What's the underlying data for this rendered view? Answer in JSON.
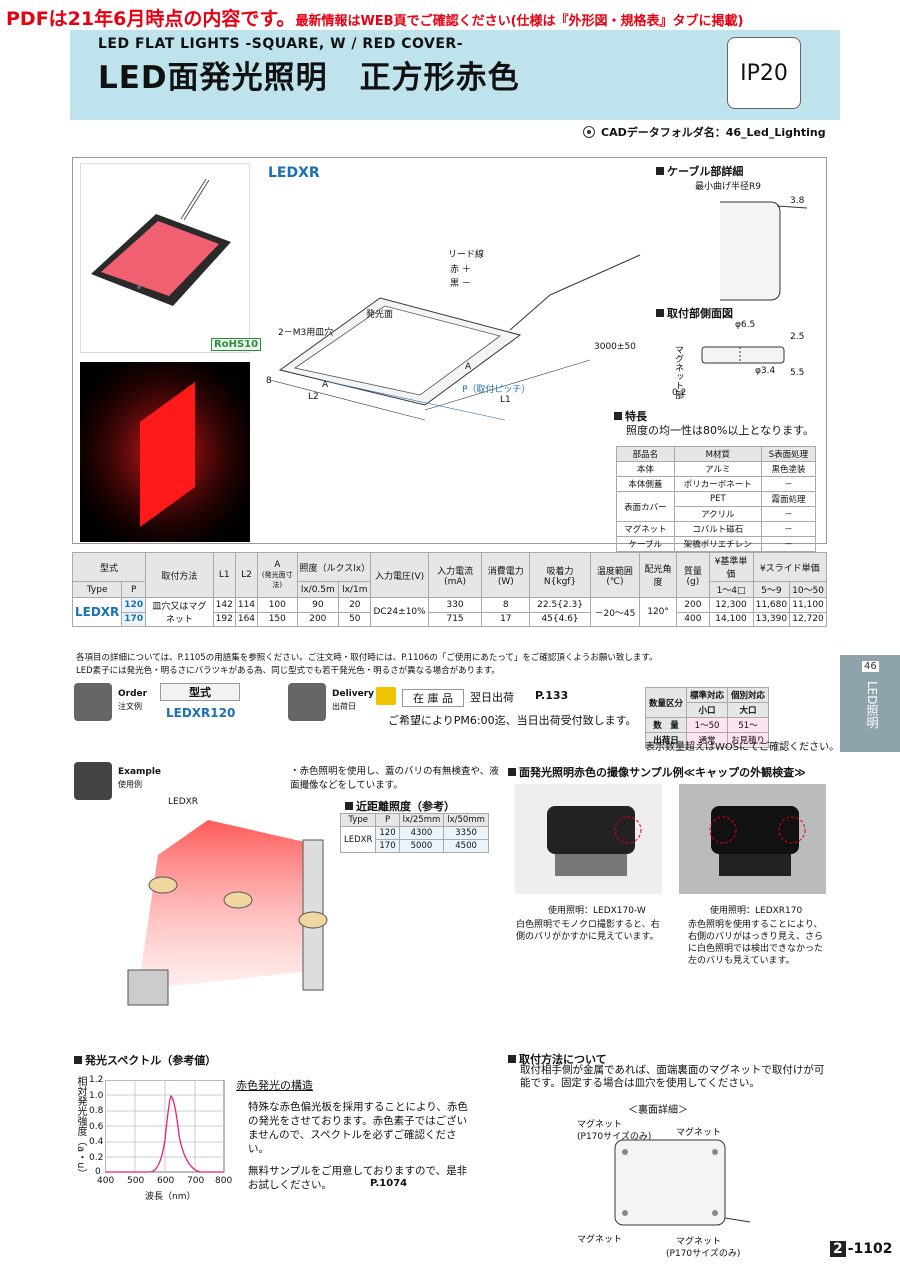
{
  "notice": {
    "part1": "PDFは21年6月時点の内容です。",
    "part2": "最新情報はWEB頁でご確認ください(仕様は『外形図・規格表』タブに掲載)"
  },
  "header": {
    "subtitle": "LED FLAT LIGHTS -SQUARE, W / RED COVER-",
    "title": "LED面発光照明　正方形赤色",
    "ip": "IP20",
    "cad": "CADデータフォルダ名：46_Led_Lighting"
  },
  "product": {
    "rohs": "RoHS10",
    "name": "LEDXR",
    "lead_label": [
      "リード線",
      "赤 ＋",
      "黒 －"
    ],
    "emit_label": "発光面",
    "hole_label": "2－M3用皿穴",
    "dim_8": "8",
    "dim_l2": "L2",
    "dim_a": "A",
    "dim_a2": "A",
    "dim_p": "P（取付ピッチ）",
    "dim_l1": "L1",
    "dim_3000": "3000±50"
  },
  "cable": {
    "title": "ケーブル部詳細",
    "bend": "最小曲げ半径R9",
    "d38": "3.8"
  },
  "mount": {
    "title": "取付部側面図",
    "d65": "φ6.5",
    "d34": "φ3.4",
    "d25": "2.5",
    "d55": "5.5",
    "d02": "0.2",
    "mag": "マグネット部"
  },
  "features": {
    "title": "特長",
    "text": "照度の均一性は80%以上となります。"
  },
  "materials": {
    "headers": [
      "部品名",
      "M材質",
      "S表面処理"
    ],
    "rows": [
      [
        "本体",
        "アルミ",
        "黒色塗装"
      ],
      [
        "本体側蓋",
        "ポリカーボネート",
        "－"
      ],
      [
        "表面カバー",
        "PET",
        "霧面処理"
      ],
      [
        "",
        "アクリル",
        "－"
      ],
      [
        "マグネット",
        "コバルト磁石",
        "－"
      ],
      [
        "ケーブル",
        "架橋ポリエチレン",
        "－"
      ]
    ]
  },
  "spec": {
    "h_model": "型式",
    "h_type": "Type",
    "h_p": "P",
    "h_mount": "取付方法",
    "h_l1": "L1",
    "h_l2": "L2",
    "h_a": "A",
    "h_a_sub": "(発光面寸法)",
    "h_lux": "照度（ルクスlx）",
    "h_lux1": "lx/0.5m",
    "h_lux2": "lx/1m",
    "h_volt": "入力電圧(V)",
    "h_cur": "入力電流(mA)",
    "h_pow": "消費電力(W)",
    "h_mag": "吸着力N{kgf}",
    "h_temp": "温度範囲(℃)",
    "h_angle": "配光角度",
    "h_mass": "質量(g)",
    "h_base": "¥基準単価",
    "h_base_q": "1～4□",
    "h_slide": "¥スライド単価",
    "h_s1": "5～9",
    "h_s2": "10～50",
    "type": "LEDXR",
    "mount": "皿穴又はマグネット",
    "volt": "DC24±10%",
    "temp": "－20～45",
    "angle": "120°",
    "rows": [
      {
        "p": "120",
        "l1": "142",
        "l2": "114",
        "a": "100",
        "lux1": "90",
        "lux2": "20",
        "cur": "330",
        "pow": "8",
        "mag": "22.5{2.3}",
        "mass": "200",
        "base": "12,300",
        "s1": "11,680",
        "s2": "11,100"
      },
      {
        "p": "170",
        "l1": "192",
        "l2": "164",
        "a": "150",
        "lux1": "200",
        "lux2": "50",
        "cur": "715",
        "pow": "17",
        "mag": "45{4.6}",
        "mass": "400",
        "base": "14,100",
        "s1": "13,390",
        "s2": "12,720"
      }
    ]
  },
  "notes": [
    "各項目の詳細については、P.1105の用語集を参照ください。ご注文時・取付時には、P.1106の「ご使用にあたって」をご確認頂くようお願い致します。",
    "LED素子には発光色・明るさにバラツキがある為、同じ型式でも若干発光色・明るさが異なる場合があります。"
  ],
  "order": {
    "label_en": "Order",
    "label_jp": "注文例",
    "model_h": "型式",
    "model": "LEDXR120"
  },
  "delivery": {
    "label_en": "Delivery",
    "label_jp": "出荷日",
    "stock": "在 庫 品",
    "next": "翌日出荷",
    "ref": "P.133",
    "note": "ご希望によりPM6:00迄、当日出荷受付致します。"
  },
  "qty": {
    "h": "数量区分",
    "std": "標準対応",
    "ind": "個別対応",
    "small": "小口",
    "large": "大口",
    "qty_label": "数　量",
    "qty1": "1～50",
    "qty2": "51～",
    "ship_label": "出荷日",
    "ship1": "通常",
    "ship2": "お見積り",
    "note": "表示数量超えはWOSにてご確認ください。"
  },
  "example": {
    "label_en": "Example",
    "label_jp": "使用例",
    "note": "・赤色照明を使用し、蓋のバリの有無検査や、液面撮像などをしています。",
    "ledxr": "LEDXR"
  },
  "near": {
    "title": "近距離照度（参考）",
    "h_type": "Type",
    "h_p": "P",
    "h_25": "lx/25mm",
    "h_50": "lx/50mm",
    "type": "LEDXR",
    "rows": [
      [
        "120",
        "4300",
        "3350"
      ],
      [
        "170",
        "5000",
        "4500"
      ]
    ]
  },
  "sample": {
    "title": "面発光照明赤色の撮像サンプル例≪キャップの外観検査≫",
    "cap1": "使用照明：LEDX170-W",
    "desc1": "白色照明でモノクロ撮影すると、右側のバリがかすかに見えています。",
    "cap2": "使用照明：LEDXR170",
    "desc2": "赤色照明を使用することにより、右側のバリがはっきり見え、さらに白色照明では検出できなかった左のバリも見えています。"
  },
  "spectrum": {
    "title": "発光スペクトル（参考値）",
    "ylabel": "相対発光強度（a・u）",
    "xlabel": "波長（nm）",
    "yticks": [
      "1.2",
      "1.0",
      "0.8",
      "0.6",
      "0.4",
      "0.2",
      "0"
    ],
    "xticks": [
      "400",
      "500",
      "600",
      "700",
      "800"
    ],
    "struct_title": "赤色発光の構造",
    "struct_text": "特殊な赤色偏光板を採用することにより、赤色の発光をさせております。赤色素子ではございませんので、スペクトルを必ずご確認ください。",
    "sample_text": "無料サンプルをご用意しておりますので、是非お試しください。",
    "sample_ref": "P.1074"
  },
  "install": {
    "title": "取付方法について",
    "text": "取付相手側が金属であれば、面端裏面のマグネットで取付けが可能です。固定する場合は皿穴を使用してください。",
    "detail": "＜裏面詳細＞",
    "mag1": "マグネット",
    "mag1b": "(P170サイズのみ)",
    "mag2": "マグネット",
    "mag3": "マグネット",
    "mag4": "マグネット",
    "mag4b": "(P170サイズのみ)"
  },
  "side": {
    "num": "46",
    "text": "LED照明"
  },
  "page": {
    "num": "2",
    "label": "-1102"
  }
}
